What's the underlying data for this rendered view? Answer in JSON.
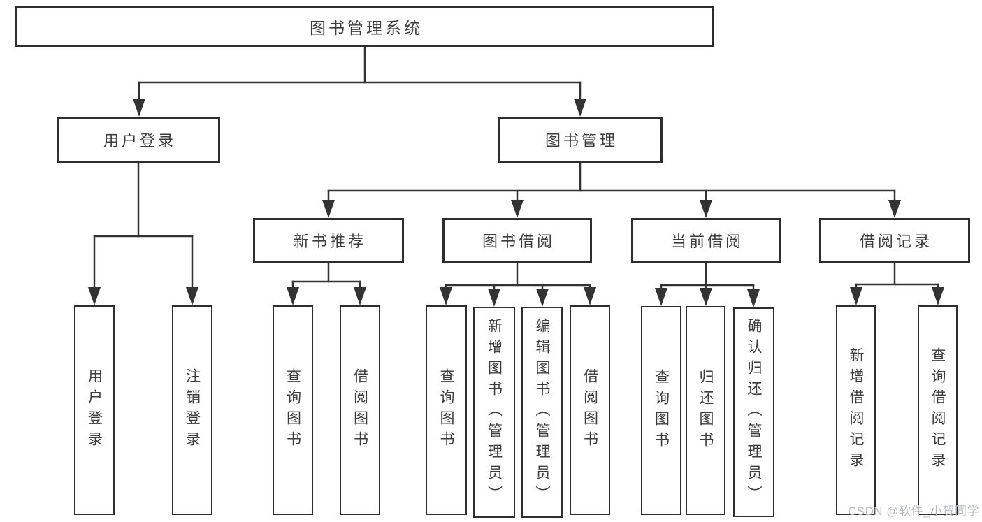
{
  "diagram": {
    "nodes": {
      "root": {
        "label": "图书管理系统",
        "level": 1
      },
      "user_login": {
        "label": "用户登录",
        "level": 2
      },
      "book_mgmt": {
        "label": "图书管理",
        "level": 2
      },
      "new_book_rec": {
        "label": "新书推荐",
        "level": 3
      },
      "book_borrow": {
        "label": "图书借阅",
        "level": 3
      },
      "current_borrow": {
        "label": "当前借阅",
        "level": 3
      },
      "borrow_record": {
        "label": "借阅记录",
        "level": 3
      },
      "leaf_user_login": {
        "label": "用户登录",
        "level": 4
      },
      "leaf_logout": {
        "label": "注销登录",
        "level": 4
      },
      "leaf_query_book_1": {
        "label": "查询图书",
        "level": 4
      },
      "leaf_borrow_book_1": {
        "label": "借阅图书",
        "level": 4
      },
      "leaf_query_book_2": {
        "label": "查询图书",
        "level": 4
      },
      "leaf_add_book": {
        "label": "新增图书（管理员）",
        "level": 4
      },
      "leaf_edit_book": {
        "label": "编辑图书（管理员）",
        "level": 4
      },
      "leaf_borrow_book_2": {
        "label": "借阅图书",
        "level": 4
      },
      "leaf_query_book_3": {
        "label": "查询图书",
        "level": 4
      },
      "leaf_return_book": {
        "label": "归还图书",
        "level": 4
      },
      "leaf_confirm_return": {
        "label": "确认归还（管理员）",
        "level": 4
      },
      "leaf_add_record": {
        "label": "新增借阅记录",
        "level": 4
      },
      "leaf_query_record": {
        "label": "查询借阅记录",
        "level": 4
      }
    },
    "edges": [
      {
        "from": "root",
        "to": "user_login"
      },
      {
        "from": "root",
        "to": "book_mgmt"
      },
      {
        "from": "user_login",
        "to": "leaf_user_login"
      },
      {
        "from": "user_login",
        "to": "leaf_logout"
      },
      {
        "from": "book_mgmt",
        "to": "new_book_rec"
      },
      {
        "from": "book_mgmt",
        "to": "book_borrow"
      },
      {
        "from": "book_mgmt",
        "to": "current_borrow"
      },
      {
        "from": "book_mgmt",
        "to": "borrow_record"
      },
      {
        "from": "new_book_rec",
        "to": "leaf_query_book_1"
      },
      {
        "from": "new_book_rec",
        "to": "leaf_borrow_book_1"
      },
      {
        "from": "book_borrow",
        "to": "leaf_query_book_2"
      },
      {
        "from": "book_borrow",
        "to": "leaf_add_book"
      },
      {
        "from": "book_borrow",
        "to": "leaf_edit_book"
      },
      {
        "from": "book_borrow",
        "to": "leaf_borrow_book_2"
      },
      {
        "from": "current_borrow",
        "to": "leaf_query_book_3"
      },
      {
        "from": "current_borrow",
        "to": "leaf_return_book"
      },
      {
        "from": "current_borrow",
        "to": "leaf_confirm_return"
      },
      {
        "from": "borrow_record",
        "to": "leaf_add_record"
      },
      {
        "from": "borrow_record",
        "to": "leaf_query_record"
      }
    ]
  },
  "watermark": {
    "text": "CSDN @软件_小贺同学"
  },
  "colors": {
    "line": "#333333",
    "box_border": "#2e2e2e",
    "text": "#3d3d3d",
    "watermark": "#b7bbc0",
    "background": "#ffffff"
  }
}
